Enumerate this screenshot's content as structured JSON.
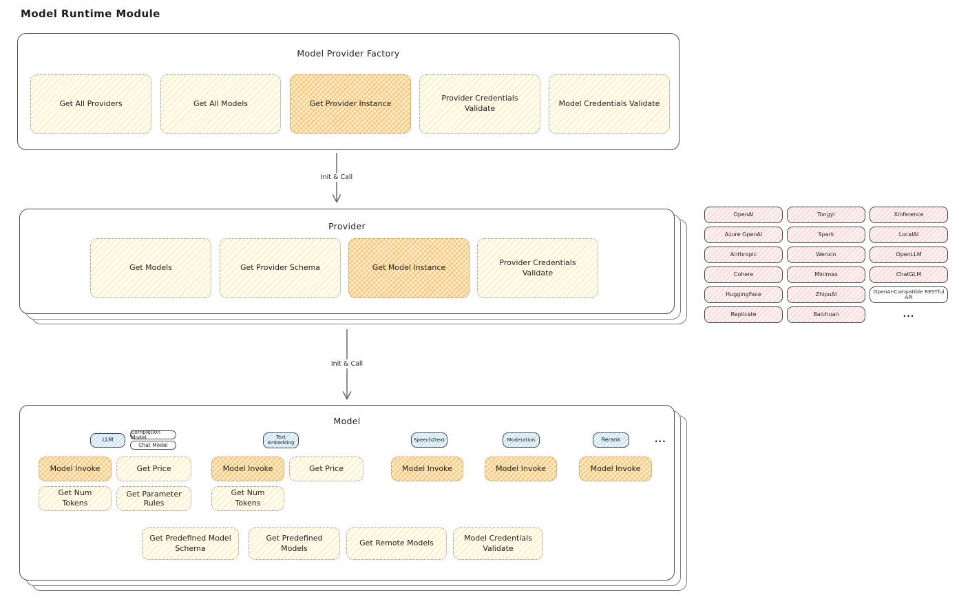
{
  "page_title": "Model Runtime Module",
  "colors": {
    "yellow_hatch": "#ffd564",
    "orange_hatch": "#f6a62d",
    "pink_hatch": "#f49a9a",
    "blue_hatch": "#78b9eb",
    "border_dark": "#43464b"
  },
  "factory": {
    "title": "Model Provider Factory",
    "functions": [
      {
        "label": "Get All Providers",
        "highlighted": false
      },
      {
        "label": "Get All Models",
        "highlighted": false
      },
      {
        "label": "Get Provider Instance",
        "highlighted": true
      },
      {
        "label": "Provider Credentials Validate",
        "highlighted": false
      },
      {
        "label": "Model Credentials Validate",
        "highlighted": false
      }
    ]
  },
  "arrow_factory_to_provider": {
    "label": "Init & Call"
  },
  "arrow_provider_to_model": {
    "label": "Init & Call"
  },
  "provider": {
    "title": "Provider",
    "functions": [
      {
        "label": "Get Models",
        "highlighted": false
      },
      {
        "label": "Get Provider Schema",
        "highlighted": false
      },
      {
        "label": "Get Model Instance",
        "highlighted": true
      },
      {
        "label": "Provider Credentials Validate",
        "highlighted": false
      }
    ]
  },
  "provider_list": {
    "columns": [
      [
        "OpenAI",
        "Azure OpenAI",
        "Anthropic",
        "Cohere",
        "HuggingFace",
        "Replicate"
      ],
      [
        "Tongyi",
        "Spark",
        "Wenxin",
        "Minimax",
        "ZhipuAI",
        "Baichuan"
      ],
      [
        "Xinference",
        "LocalAI",
        "OpenLLM",
        "ChatGLM",
        "OpenAI-Compatible RESTful API",
        "..."
      ]
    ]
  },
  "model": {
    "title": "Model",
    "groups": [
      {
        "type": "LLM",
        "subtypes": [
          "Completion Model",
          "Chat Model"
        ],
        "functions": [
          "Model Invoke",
          "Get Price",
          "Get Num Tokens",
          "Get Parameter Rules"
        ]
      },
      {
        "type": "Text Embedding",
        "functions": [
          "Model Invoke",
          "Get Price",
          "Get Num Tokens"
        ]
      },
      {
        "type": "Speech2text",
        "functions": [
          "Model Invoke"
        ]
      },
      {
        "type": "Moderation",
        "functions": [
          "Model Invoke"
        ]
      },
      {
        "type": "Rerank",
        "functions": [
          "Model Invoke"
        ]
      }
    ],
    "more": "...",
    "shared_functions": [
      "Get Predefined Model Schema",
      "Get Predefined Models",
      "Get Remote Models",
      "Model Credentials Validate"
    ]
  }
}
